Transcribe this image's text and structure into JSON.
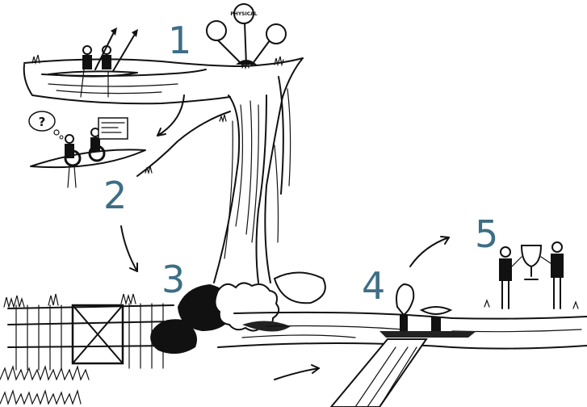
{
  "stages": [
    {
      "number": "1"
    },
    {
      "number": "2"
    },
    {
      "number": "3"
    },
    {
      "number": "4"
    },
    {
      "number": "5"
    }
  ],
  "signs": {
    "center": "PHYSICAL"
  },
  "thought_bubble": "?",
  "colors": {
    "ink": "#111111",
    "stage_numbers": "#3d6e85",
    "background": "#ffffff"
  }
}
